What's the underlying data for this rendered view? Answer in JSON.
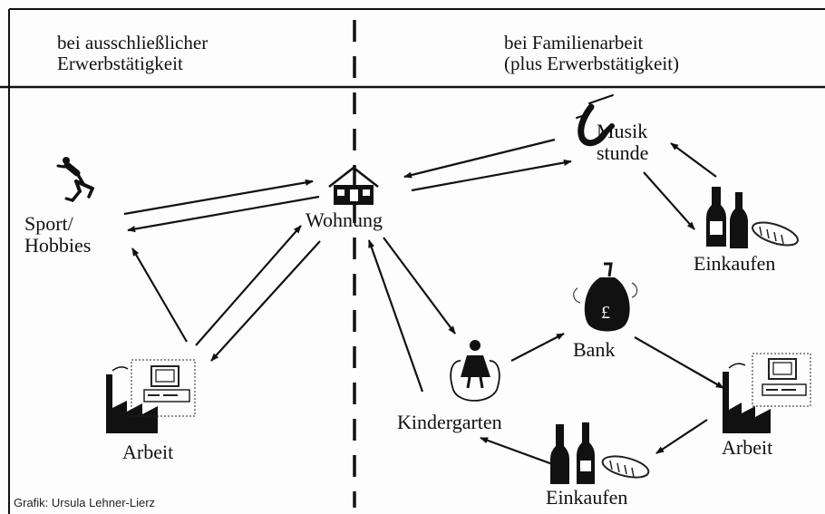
{
  "header": {
    "left_line1": "bei ausschließlicher",
    "left_line2": "Erwerbstätigkeit",
    "right_line1": "bei Familienarbeit",
    "right_line2": "(plus Erwerbstätigkeit)"
  },
  "left_nodes": {
    "home": "Wohnung",
    "sport_line1": "Sport/",
    "sport_line2": "Hobbies",
    "work": "Arbeit"
  },
  "right_nodes": {
    "music_line1": "Musik",
    "music_line2": "stunde",
    "shopping_top": "Einkaufen",
    "bank": "Bank",
    "kindergarten": "Kindergarten",
    "work": "Arbeit",
    "shopping_bottom": "Einkaufen"
  },
  "icons": {
    "runner": "runner-icon",
    "house": "house-icon",
    "factory_left": "factory-icon",
    "computer_left": "computer-icon",
    "saxophone": "saxophone-icon",
    "bottles_top": "bottles-icon",
    "bread_top": "bread-icon",
    "money_bag": "money-bag-icon",
    "child": "child-icon",
    "factory_right": "factory-icon",
    "computer_right": "computer-icon",
    "bottles_bottom": "bottles-icon",
    "bread_bottom": "bread-icon"
  },
  "credit": "Grafik: Ursula Lehner-Lierz",
  "colors": {
    "ink": "#111111",
    "background": "#fdfdfd"
  }
}
